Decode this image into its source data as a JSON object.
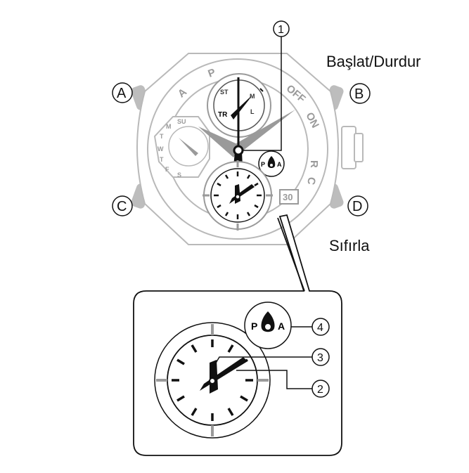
{
  "labels": {
    "start_stop": "Başlat/Durdur",
    "reset": "Sıfırla"
  },
  "buttons": {
    "a": "A",
    "b": "B",
    "c": "C",
    "d": "D"
  },
  "callouts": {
    "one": "1",
    "two": "2",
    "three": "3",
    "four": "4"
  },
  "bezel": {
    "p": "P",
    "a": "A",
    "off": "OFF",
    "on": "ON",
    "r": "R",
    "c": "C"
  },
  "small_dial": {
    "st": "ST",
    "tr": "TR",
    "m": "M",
    "l": "L"
  },
  "day_dial": {
    "su": "SU",
    "m": "M",
    "t1": "T",
    "w": "W",
    "t2": "T",
    "f": "F",
    "s": "S"
  },
  "pa_indicator": {
    "p": "P",
    "a": "A"
  },
  "date_window": "30"
}
